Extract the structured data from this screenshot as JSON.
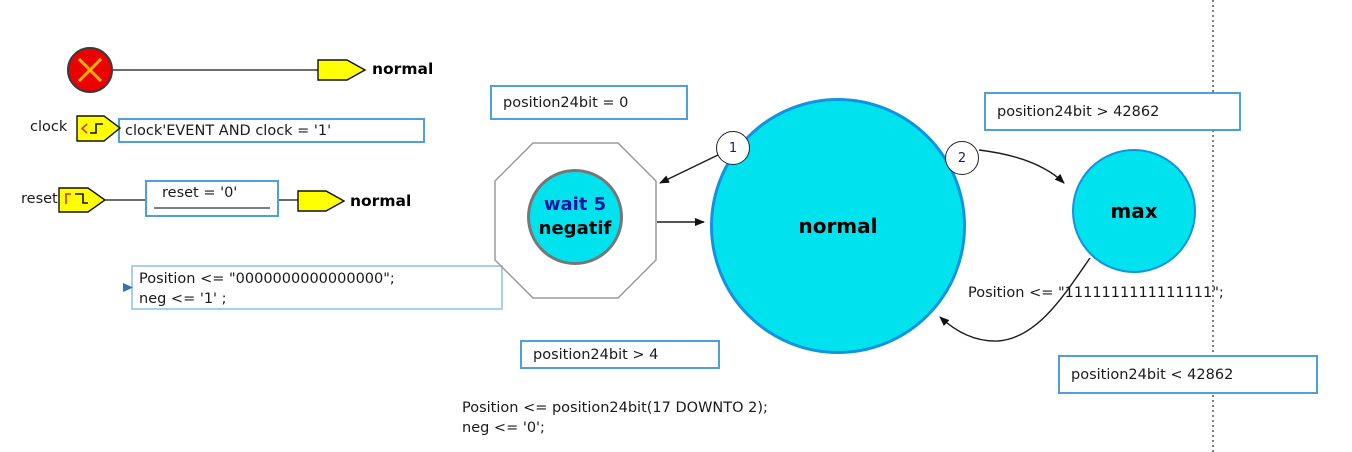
{
  "colors": {
    "state-fill": "#00e2ee",
    "state-border": "#1193e0",
    "condition-border": "#4f9fd8",
    "action-border": "#a9cfee",
    "accent-yellow": "#ffff00",
    "start-red": "#ea0202",
    "junction-text": "#1a1a8e",
    "wait-title": "#16169c"
  },
  "start": {
    "target_label": "normal"
  },
  "ports": {
    "clock": {
      "label": "clock",
      "condition": "clock'EVENT AND clock = '1'"
    },
    "reset": {
      "label": "reset",
      "condition": "reset = '0'",
      "target_label": "normal"
    }
  },
  "states": {
    "wait": {
      "title": "wait 5",
      "subtitle": "negatif"
    },
    "normal": {
      "label": "normal"
    },
    "max": {
      "label": "max"
    }
  },
  "junctions": {
    "one": "1",
    "two": "2"
  },
  "conditions": {
    "eq_zero": "position24bit = 0",
    "gt_42862": "position24bit > 42862",
    "gt_4": "position24bit > 4",
    "lt_42862": "position24bit < 42862"
  },
  "actions": {
    "reset_line1": "Position <= \"0000000000000000\";",
    "reset_line2": "neg <= '1' ;",
    "max_assign": "Position <= \"1111111111111111\";",
    "normal_line1": "Position <= position24bit(17 DOWNTO 2);",
    "normal_line2": "neg <= '0';"
  }
}
